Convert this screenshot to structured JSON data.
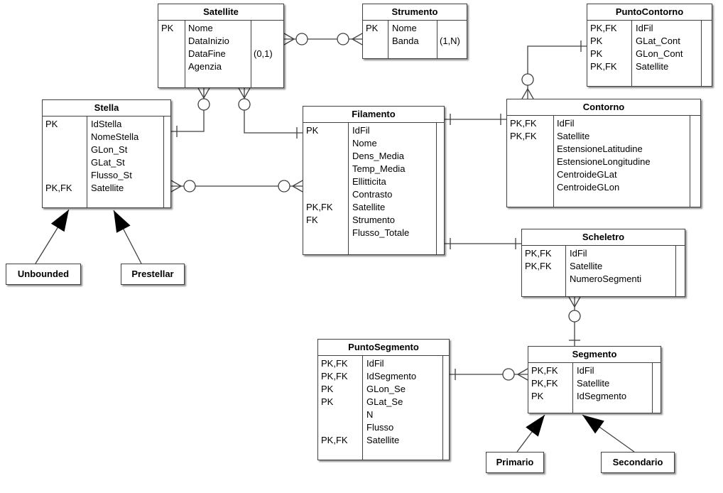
{
  "entities": {
    "satellite": {
      "title": "Satellite",
      "keys": [
        "PK",
        "",
        "",
        ""
      ],
      "attrs": [
        "Nome",
        "DataInizio",
        "DataFine",
        "Agenzia"
      ],
      "extra": [
        "",
        "",
        "(0,1)",
        ""
      ]
    },
    "strumento": {
      "title": "Strumento",
      "keys": [
        "PK",
        ""
      ],
      "attrs": [
        "Nome",
        "Banda"
      ],
      "extra": [
        "",
        "(1,N)"
      ]
    },
    "puntocontorno": {
      "title": "PuntoContorno",
      "keys": [
        "PK,FK",
        "PK",
        "PK",
        "PK,FK"
      ],
      "attrs": [
        "IdFil",
        "GLat_Cont",
        "GLon_Cont",
        "Satellite"
      ]
    },
    "stella": {
      "title": "Stella",
      "keys": [
        "PK",
        "",
        "",
        "",
        "",
        "PK,FK"
      ],
      "attrs": [
        "IdStella",
        "NomeStella",
        "GLon_St",
        "GLat_St",
        "Flusso_St",
        "Satellite"
      ]
    },
    "filamento": {
      "title": "Filamento",
      "keys": [
        "PK",
        "",
        "",
        "",
        "",
        "",
        "PK,FK",
        "FK",
        ""
      ],
      "attrs": [
        "IdFil",
        "Nome",
        "Dens_Media",
        "Temp_Media",
        "Ellitticita",
        "Contrasto",
        "Satellite",
        "Strumento",
        "Flusso_Totale"
      ]
    },
    "contorno": {
      "title": "Contorno",
      "keys": [
        "PK,FK",
        "PK,FK",
        "",
        "",
        "",
        ""
      ],
      "attrs": [
        "IdFil",
        "Satellite",
        "EstensioneLatitudine",
        "EstensioneLongitudine",
        "CentroideGLat",
        "CentroideGLon"
      ]
    },
    "scheletro": {
      "title": "Scheletro",
      "keys": [
        "PK,FK",
        "PK,FK",
        ""
      ],
      "attrs": [
        "IdFil",
        "Satellite",
        "NumeroSegmenti"
      ]
    },
    "puntosegmento": {
      "title": "PuntoSegmento",
      "keys": [
        "PK,FK",
        "PK,FK",
        "PK",
        "PK",
        "",
        "",
        "PK,FK"
      ],
      "attrs": [
        "IdFil",
        "IdSegmento",
        "GLon_Se",
        "GLat_Se",
        "N",
        "Flusso",
        "Satellite"
      ]
    },
    "segmento": {
      "title": "Segmento",
      "keys": [
        "PK,FK",
        "PK,FK",
        "PK"
      ],
      "attrs": [
        "IdFil",
        "Satellite",
        "IdSegmento"
      ]
    }
  },
  "subtypes": {
    "unbounded": "Unbounded",
    "prestellar": "Prestellar",
    "primario": "Primario",
    "secondario": "Secondario"
  },
  "colors": {
    "line": "#404040",
    "shadow": "#888888",
    "arrow": "#000000"
  }
}
